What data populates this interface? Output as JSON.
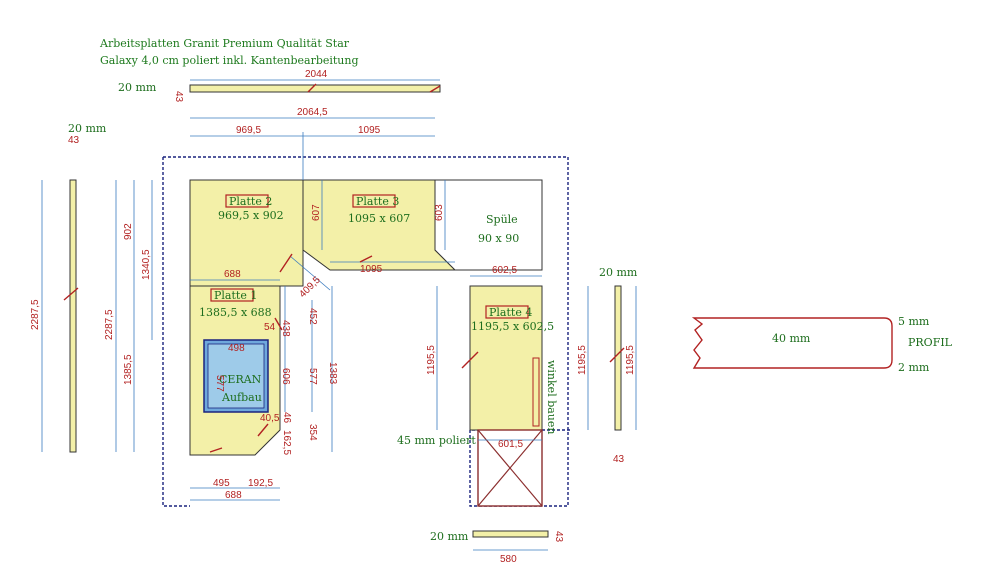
{
  "header": {
    "line1": "Arbeitsplatten Granit Premium Qualität Star",
    "line2": "Galaxy 4,0 cm poliert inkl. Kantenbearbeitung"
  },
  "strips": {
    "top": {
      "thickness": "20 mm",
      "end": "43",
      "length": "2044"
    },
    "left": {
      "thickness": "20 mm",
      "end": "43",
      "length": "2287,5"
    },
    "right": {
      "thickness": "20 mm",
      "end": "43",
      "length": "1195,5"
    },
    "bottom": {
      "thickness": "20 mm",
      "end": "43",
      "length": "580"
    }
  },
  "plates": [
    {
      "title": "Platte 2",
      "size": "969,5 x 902"
    },
    {
      "title": "Platte 3",
      "size": "1095 x 607"
    },
    {
      "title": "Platte 1",
      "size": "1385,5 x 688"
    },
    {
      "title": "Platte 4",
      "size": "1195,5 x 602,5"
    }
  ],
  "cooktop": {
    "line1": "CERAN",
    "line2": "Aufbau",
    "width": "498",
    "depth": "577"
  },
  "sink": {
    "line1": "Spüle",
    "line2": "90 x 90"
  },
  "notes": {
    "winkel": "winkel bauen",
    "polished": "45 mm poliert"
  },
  "profile": {
    "thickness": "40 mm",
    "top": "5 mm",
    "bottom": "2 mm",
    "label": "PROFIL"
  },
  "dimensions": {
    "total_width": "2064,5",
    "w_left": "969,5",
    "w_right": "1095",
    "h_902": "902",
    "h_1340": "1340,5",
    "h_2287": "2287,5",
    "h_1385": "1385,5",
    "h_607": "607",
    "h_603": "603",
    "w_688_top": "688",
    "w_1095_bottom": "1095",
    "w_602": "602,5",
    "w_601": "601,5",
    "diag_409": "409,5",
    "v_438": "438",
    "v_452": "452",
    "v_54": "54",
    "v_606": "606",
    "v_577": "577",
    "v_1383": "1383",
    "v_40": "40,5",
    "v_354": "354",
    "v_46": "46",
    "v_162": "162,5",
    "w_495": "495",
    "w_192": "192,5",
    "w_688_bottom": "688",
    "h_1195_left": "1195,5",
    "h_1195_right": "1195,5"
  }
}
